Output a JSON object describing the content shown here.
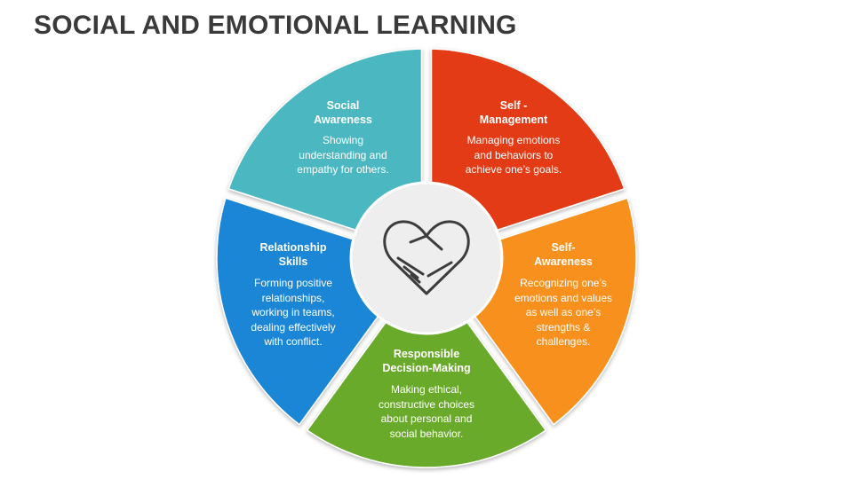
{
  "title": "SOCIAL AND EMOTIONAL LEARNING",
  "center_icon": "handshake-heart-icon",
  "segments": [
    {
      "id": "social-awareness",
      "title_lines": [
        "Social",
        "Awareness"
      ],
      "body_lines": [
        "Showing",
        "understanding and",
        "empathy for others."
      ],
      "color": "#4bb8c1"
    },
    {
      "id": "self-management",
      "title_lines": [
        "Self -",
        "Management"
      ],
      "body_lines": [
        "Managing emotions",
        "and behaviors to",
        "achieve one’s goals."
      ],
      "color": "#e33a17"
    },
    {
      "id": "self-awareness",
      "title_lines": [
        "Self-",
        "Awareness"
      ],
      "body_lines": [
        "Recognizing one’s",
        "emotions and values",
        "as well as one’s",
        "strengths &",
        "challenges."
      ],
      "color": "#f7901e"
    },
    {
      "id": "responsible-decision-making",
      "title_lines": [
        "Responsible",
        "Decision-Making"
      ],
      "body_lines": [
        "Making ethical,",
        "constructive choices",
        "about personal and",
        "social behavior."
      ],
      "color": "#6aaa2a"
    },
    {
      "id": "relationship-skills",
      "title_lines": [
        "Relationship",
        "Skills"
      ],
      "body_lines": [
        "Forming positive",
        "relationships,",
        "working in teams,",
        "dealing effectively",
        "with conflict."
      ],
      "color": "#1c86d6"
    }
  ]
}
